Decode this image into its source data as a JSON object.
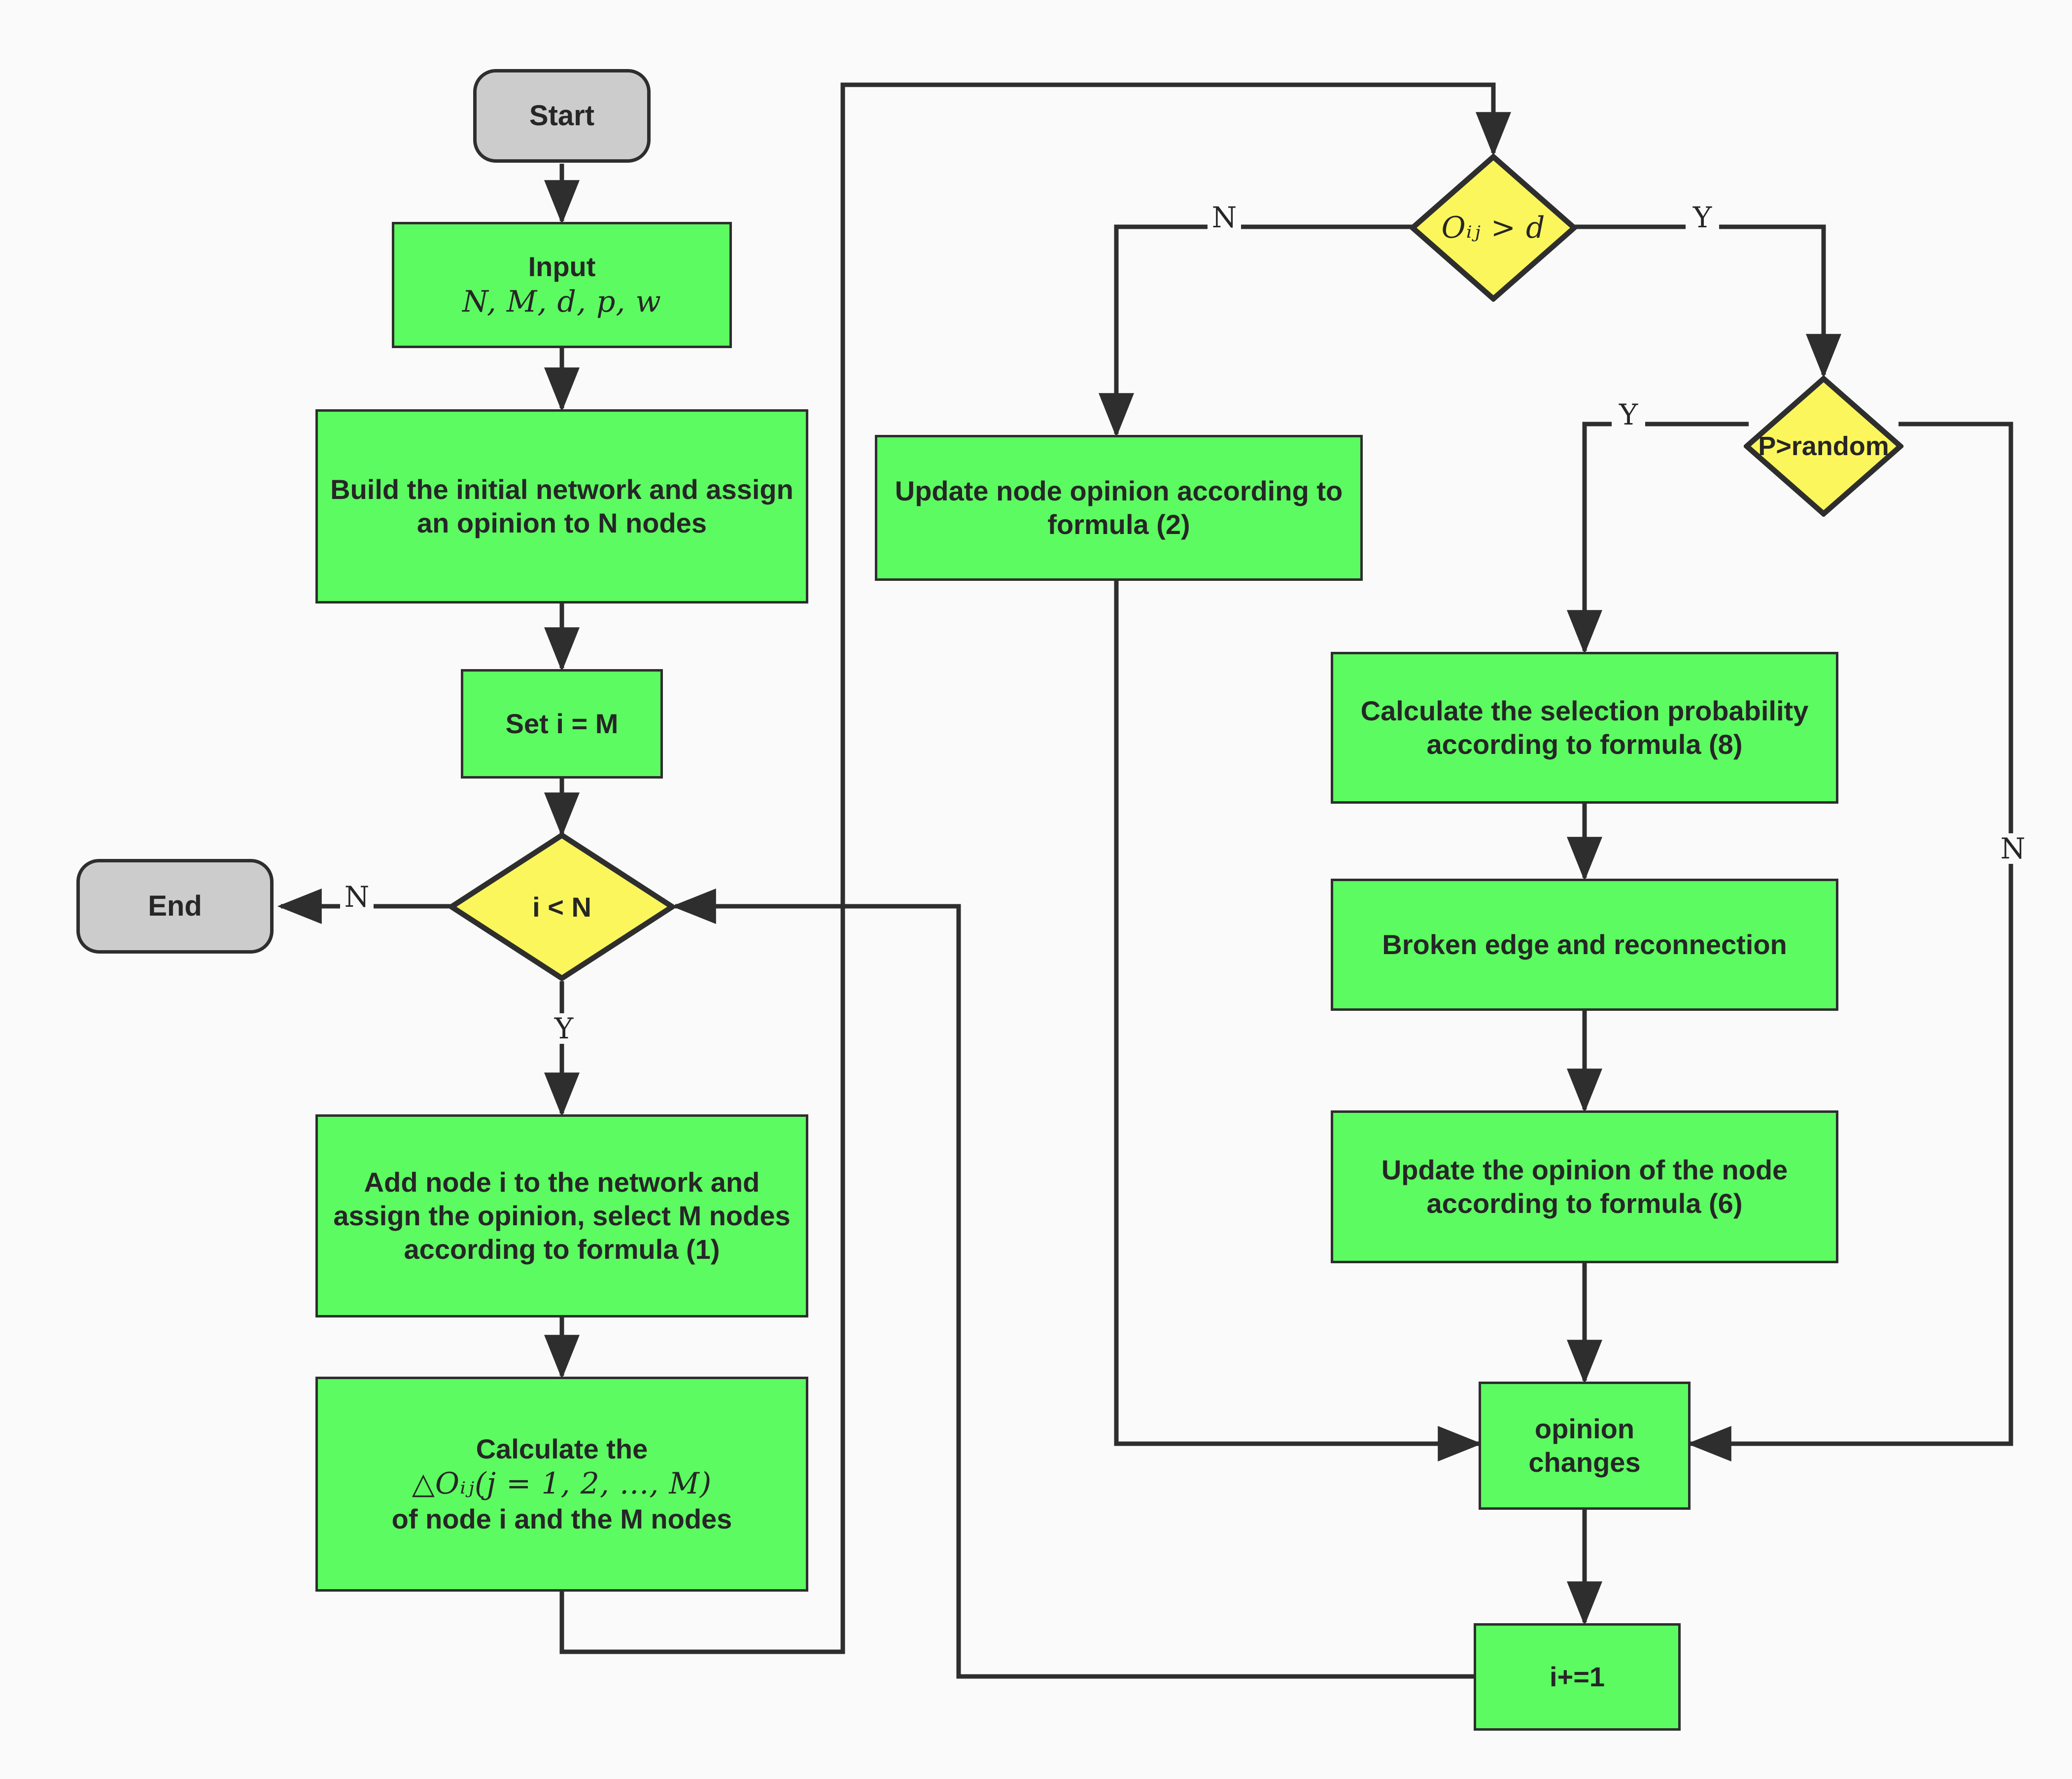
{
  "diagram": {
    "title": "Opinion dynamics network evolution flowchart",
    "colors": {
      "process_fill": "#5CFB61",
      "decision_fill": "#FBF65C",
      "terminator_fill": "#CCCCCC",
      "stroke": "#2E2E2E",
      "background": "#FAFAFA"
    },
    "nodes": {
      "start": {
        "label": "Start",
        "shape": "terminator"
      },
      "end": {
        "label": "End",
        "shape": "terminator"
      },
      "input": {
        "line1": "Input",
        "line2": "N, M, d, p, w",
        "shape": "process"
      },
      "build_network": {
        "label": "Build the initial network and assign an opinion to N nodes",
        "shape": "process"
      },
      "set_i": {
        "label": "Set i = M",
        "shape": "process"
      },
      "i_lt_n": {
        "label": "i < N",
        "shape": "decision"
      },
      "add_node": {
        "label": "Add node i to the network and assign the opinion, select M nodes according to formula (1)",
        "shape": "process"
      },
      "calc_delta": {
        "line1": "Calculate the",
        "line2": "△Oᵢⱼ(j = 1, 2, ..., M)",
        "line3": "of node i and the M nodes",
        "shape": "process"
      },
      "oij_gt_d": {
        "label": "Oᵢⱼ > d",
        "shape": "decision"
      },
      "p_gt_random": {
        "label": "P>random",
        "shape": "decision"
      },
      "update_formula_2": {
        "label": "Update node opinion according to formula (2)",
        "shape": "process"
      },
      "calc_selection_prob": {
        "label": "Calculate the selection probability according to formula (8)",
        "shape": "process"
      },
      "broken_edge": {
        "label": "Broken edge and reconnection",
        "shape": "process"
      },
      "update_formula_6": {
        "label": "Update the opinion of the node according to formula (6)",
        "shape": "process"
      },
      "opinion_changes": {
        "label": "opinion changes",
        "shape": "process"
      },
      "increment": {
        "label": "i+=1",
        "shape": "process"
      }
    },
    "edge_labels": {
      "i_lt_n_no": "N",
      "i_lt_n_yes": "Y",
      "oij_no": "N",
      "oij_yes": "Y",
      "p_yes": "Y",
      "p_no": "N"
    }
  }
}
